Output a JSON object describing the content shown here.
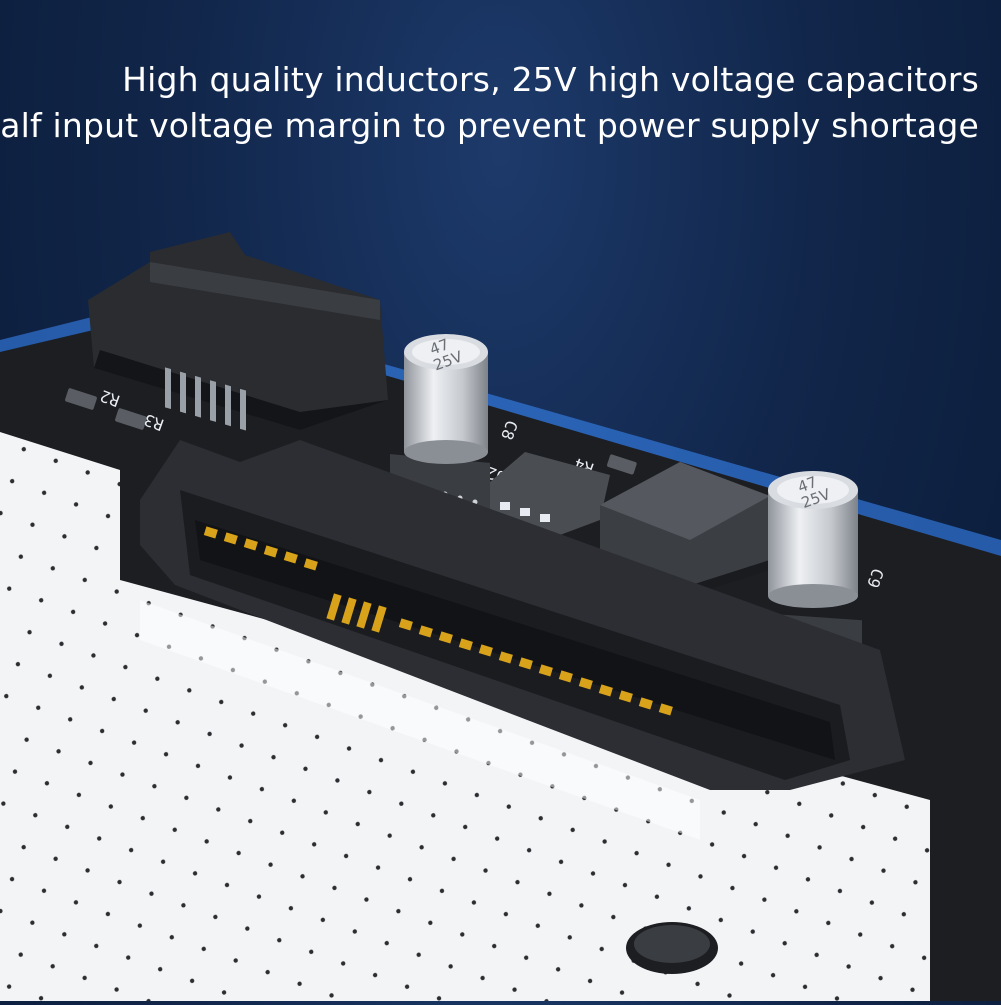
{
  "caption": {
    "line1": "High quality inductors, 25V high voltage capacitors",
    "line2": "half input voltage margin to prevent power supply shortage"
  },
  "board_labels": {
    "c8": "C8",
    "c9": "C9",
    "r2": "R2",
    "r3": "R3",
    "r4": "R4",
    "u2": "U2"
  },
  "capacitor_labels": {
    "cap1_line1": "47",
    "cap1_line2": "25V",
    "cap2_line1": "47",
    "cap2_line2": "25V"
  },
  "colors": {
    "background": "#0f2347",
    "pcb_black": "#1c1e22",
    "pcb_white": "#f3f4f6",
    "pins_gold": "#d8a21a",
    "text": "#ffffff"
  }
}
